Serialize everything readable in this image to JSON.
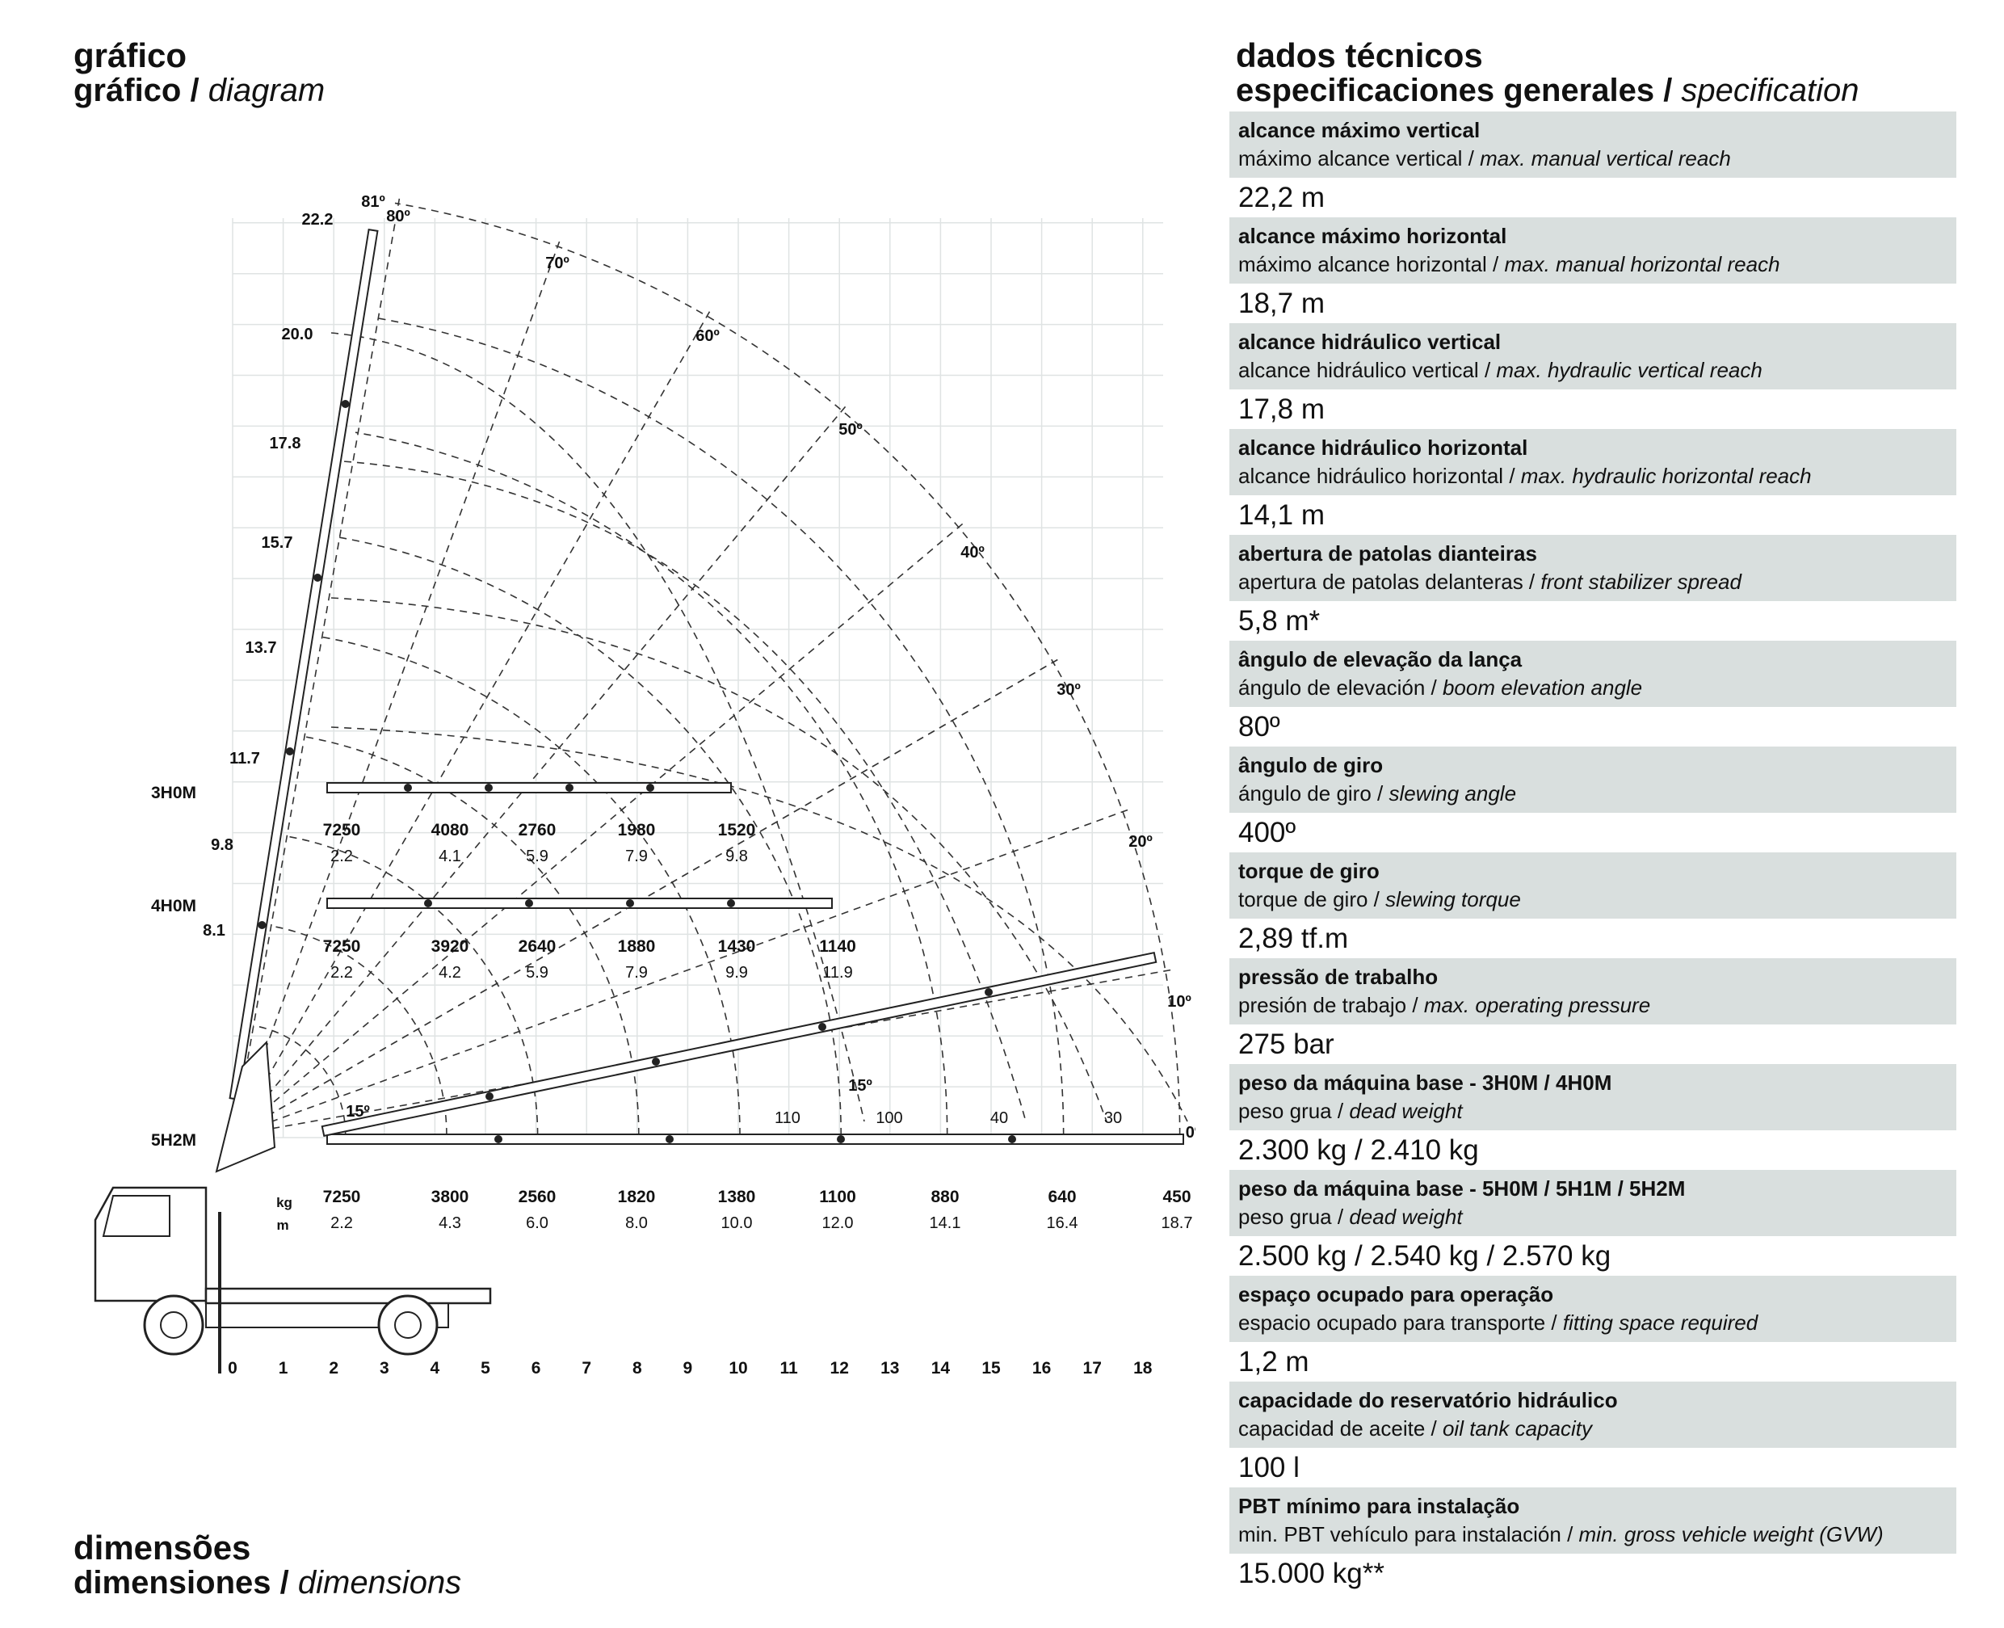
{
  "headers": {
    "grafico": {
      "pt": "gráfico",
      "es": "gráfico",
      "en": "diagram"
    },
    "dados": {
      "pt": "dados técnicos",
      "es": "especificaciones generales",
      "en": "specification"
    },
    "dimensoes": {
      "pt": "dimensões",
      "es": "dimensiones",
      "en": "dimensions"
    }
  },
  "specs": [
    {
      "pt": "alcance máximo vertical",
      "es": "máximo alcance vertical",
      "en": "max. manual vertical reach",
      "value": "22,2 m"
    },
    {
      "pt": "alcance máximo horizontal",
      "es": "máximo alcance horizontal",
      "en": "max. manual horizontal reach",
      "value": "18,7 m"
    },
    {
      "pt": "alcance hidráulico vertical",
      "es": "alcance hidráulico vertical",
      "en": "max. hydraulic vertical reach",
      "value": "17,8 m"
    },
    {
      "pt": "alcance hidráulico horizontal",
      "es": "alcance hidráulico horizontal",
      "en": "max. hydraulic horizontal reach",
      "value": "14,1 m"
    },
    {
      "pt": "abertura de patolas dianteiras",
      "es": "apertura de patolas delanteras",
      "en": "front stabilizer spread",
      "value": "5,8 m*"
    },
    {
      "pt": "ângulo de elevação da lança",
      "es": "ángulo de elevación",
      "en": "boom elevation angle",
      "value": "80º"
    },
    {
      "pt": "ângulo de giro",
      "es": "ángulo de giro",
      "en": "slewing angle",
      "value": "400º"
    },
    {
      "pt": "torque de giro",
      "es": "torque de giro",
      "en": "slewing torque",
      "value": "2,89 tf.m"
    },
    {
      "pt": "pressão de trabalho",
      "es": "presión de trabajo",
      "en": "max. operating pressure",
      "value": "275 bar"
    },
    {
      "pt": "peso da máquina base - 3H0M / 4H0M",
      "es": "peso grua",
      "en": "dead weight",
      "value": "2.300 kg / 2.410 kg"
    },
    {
      "pt": "peso da máquina base - 5H0M / 5H1M / 5H2M",
      "es": "peso grua",
      "en": "dead weight",
      "value": "2.500 kg / 2.540 kg / 2.570 kg"
    },
    {
      "pt": "espaço ocupado para operação",
      "es": "espacio ocupado para transporte",
      "en": "fitting space required",
      "value": "1,2 m"
    },
    {
      "pt": "capacidade do reservatório hidráulico",
      "es": "capacidad de aceite",
      "en": "oil tank capacity",
      "value": "100 l"
    },
    {
      "pt": "PBT mínimo para instalação",
      "es": "min. PBT vehículo para instalación",
      "en": "min. gross vehicle weight (GVW)",
      "value": "15.000 kg**"
    }
  ],
  "diagram": {
    "x_ticks": [
      "0",
      "1",
      "2",
      "3",
      "4",
      "5",
      "6",
      "7",
      "8",
      "9",
      "10",
      "11",
      "12",
      "13",
      "14",
      "15",
      "16",
      "17",
      "18"
    ],
    "heights": [
      "22.2",
      "20.0",
      "17.8",
      "15.7",
      "13.7",
      "11.7",
      "9.8",
      "8.1"
    ],
    "angles": [
      "81º",
      "80º",
      "70º",
      "60º",
      "50º",
      "40º",
      "30º",
      "20º",
      "10º",
      "0º",
      "15º",
      "15º"
    ],
    "inner_labels": [
      "110",
      "100",
      "40",
      "30"
    ],
    "units": {
      "kg": "kg",
      "m": "m"
    },
    "models": [
      {
        "name": "3H0M",
        "loads": [
          {
            "kg": "7250",
            "m": "2.2"
          },
          {
            "kg": "4080",
            "m": "4.1"
          },
          {
            "kg": "2760",
            "m": "5.9"
          },
          {
            "kg": "1980",
            "m": "7.9"
          },
          {
            "kg": "1520",
            "m": "9.8"
          }
        ]
      },
      {
        "name": "4H0M",
        "loads": [
          {
            "kg": "7250",
            "m": "2.2"
          },
          {
            "kg": "3920",
            "m": "4.2"
          },
          {
            "kg": "2640",
            "m": "5.9"
          },
          {
            "kg": "1880",
            "m": "7.9"
          },
          {
            "kg": "1430",
            "m": "9.9"
          },
          {
            "kg": "1140",
            "m": "11.9"
          }
        ]
      },
      {
        "name": "5H2M",
        "loads": [
          {
            "kg": "7250",
            "m": "2.2"
          },
          {
            "kg": "3800",
            "m": "4.3"
          },
          {
            "kg": "2560",
            "m": "6.0"
          },
          {
            "kg": "1820",
            "m": "8.0"
          },
          {
            "kg": "1380",
            "m": "10.0"
          },
          {
            "kg": "1100",
            "m": "12.0"
          },
          {
            "kg": "880",
            "m": "14.1"
          },
          {
            "kg": "640",
            "m": "16.4"
          },
          {
            "kg": "450",
            "m": "18.7"
          }
        ]
      }
    ]
  }
}
